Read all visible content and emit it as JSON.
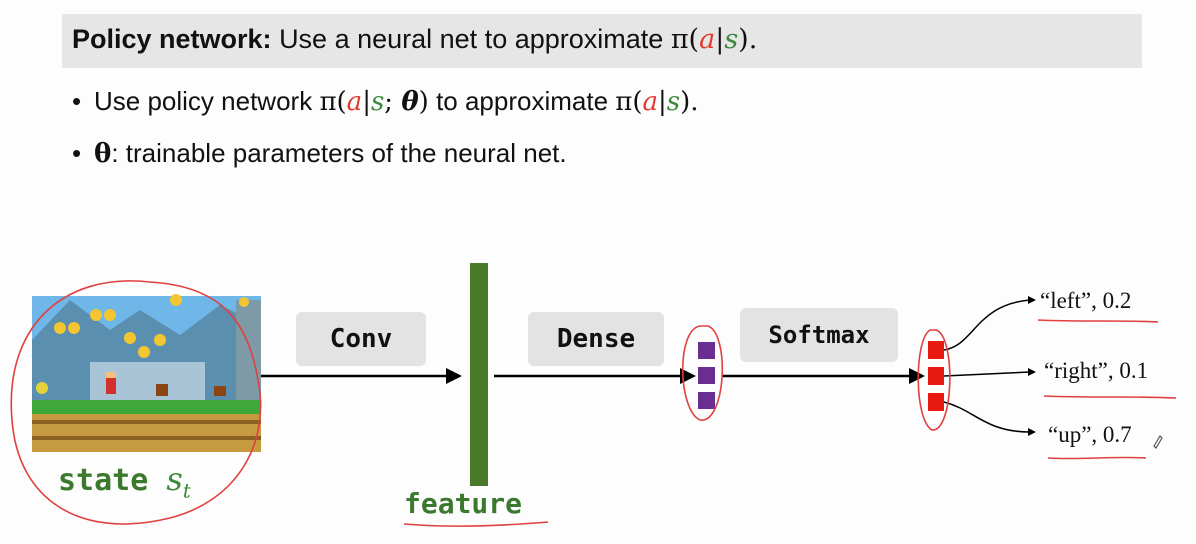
{
  "title": {
    "bold": "Policy network:",
    "text": "Use a neural net to approximate",
    "pi": "π(",
    "a": "a",
    "bar": "|",
    "s": "s",
    "close": ").",
    "colors": {
      "action": "#e23b2e",
      "state": "#3b8a3b"
    }
  },
  "bullets": [
    {
      "dot": "•",
      "pre": "Use policy network",
      "pi": "π(",
      "a": "a",
      "bar": "|",
      "s": "s",
      "semi": ";",
      "theta": "θ",
      "close": ")",
      "mid": "to approximate",
      "pi2": "π(",
      "a2": "a",
      "bar2": "|",
      "s2": "s",
      "close2": ")."
    },
    {
      "dot": "•",
      "theta": "θ",
      "text": ": trainable parameters of the neural net."
    }
  ],
  "diagram": {
    "state_label": "state",
    "state_sym": "s",
    "state_sub": "t",
    "conv": "Conv",
    "feature": "feature",
    "dense": "Dense",
    "softmax": "Softmax",
    "outputs": [
      {
        "label": "“left”, 0.2",
        "prob": 0.2
      },
      {
        "label": "“right”, 0.1",
        "prob": 0.1
      },
      {
        "label": "“up”, 0.7",
        "prob": 0.7
      }
    ],
    "colors": {
      "feature_bar": "#4a7a2a",
      "dense_units": "#6a2d91",
      "softmax_units": "#e8190f",
      "annotation": "#e04040"
    }
  }
}
